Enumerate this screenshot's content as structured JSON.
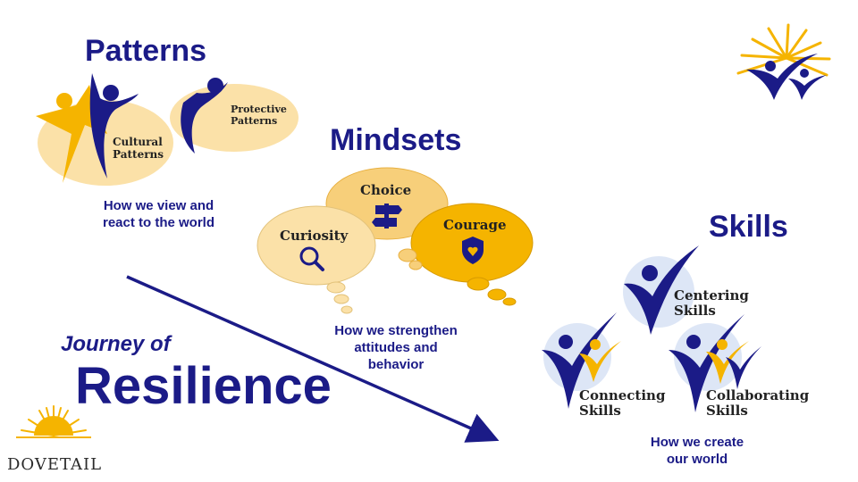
{
  "patterns": {
    "heading": "Patterns",
    "cultural": "Cultural\nPatterns",
    "protective": "Protective\nPatterns",
    "description": "How we view and\nreact to the world"
  },
  "mindsets": {
    "heading": "Mindsets",
    "choice": "Choice",
    "curiosity": "Curiosity",
    "courage": "Courage",
    "description": "How we strengthen\nattitudes and\nbehavior"
  },
  "skills": {
    "heading": "Skills",
    "centering": "Centering\nSkills",
    "connecting": "Connecting\nSkills",
    "collaborating": "Collaborating\nSkills",
    "description": "How we create\nour world"
  },
  "journey": {
    "line1": "Journey of",
    "line2": "Resilience"
  },
  "brand": {
    "logo_text": "DOVETAIL"
  },
  "colors": {
    "navy": "#1b1b87",
    "gold": "#f5b400",
    "cream": "#fbe1a8",
    "tan": "#f7cf7a"
  }
}
